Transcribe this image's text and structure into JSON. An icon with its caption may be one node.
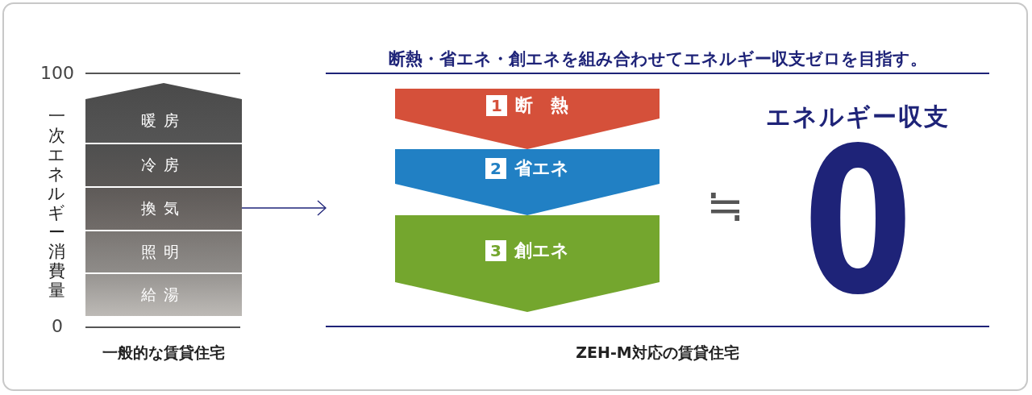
{
  "diagram": {
    "nodes": [
      {
        "text": [
          "一般的な賃貸住宅"
        ]
      },
      {
        "text": [
          "暖房"
        ],
        "in": 0
      },
      {
        "text": [
          "冷房"
        ],
        "in": 0
      },
      {
        "text": [
          "換気"
        ],
        "in": 0
      },
      {
        "text": [
          "照明"
        ],
        "in": 0
      },
      {
        "text": [
          "給湯"
        ],
        "in": 0
      },
      {
        "text": [
          "断熱・省エネ・創エネを組み合わせてエネルギー収支ゼロを目指す。",
          "ZEH-M対応の賃貸住宅"
        ]
      },
      {
        "text": [
          "1",
          "断　熱"
        ],
        "in": 6
      },
      {
        "text": [
          "2",
          "省エネ"
        ],
        "in": 6
      },
      {
        "text": [
          "3",
          "創エネ"
        ],
        "in": 6
      },
      {
        "text": [
          "エネルギー収支",
          "0"
        ],
        "in": 6
      }
    ],
    "edges": [
      {
        "from": 0,
        "to": 6,
        "arrow": "to"
      }
    ],
    "labels": [
      "100",
      "一次エネルギー消費量",
      "0",
      "≒"
    ]
  }
}
